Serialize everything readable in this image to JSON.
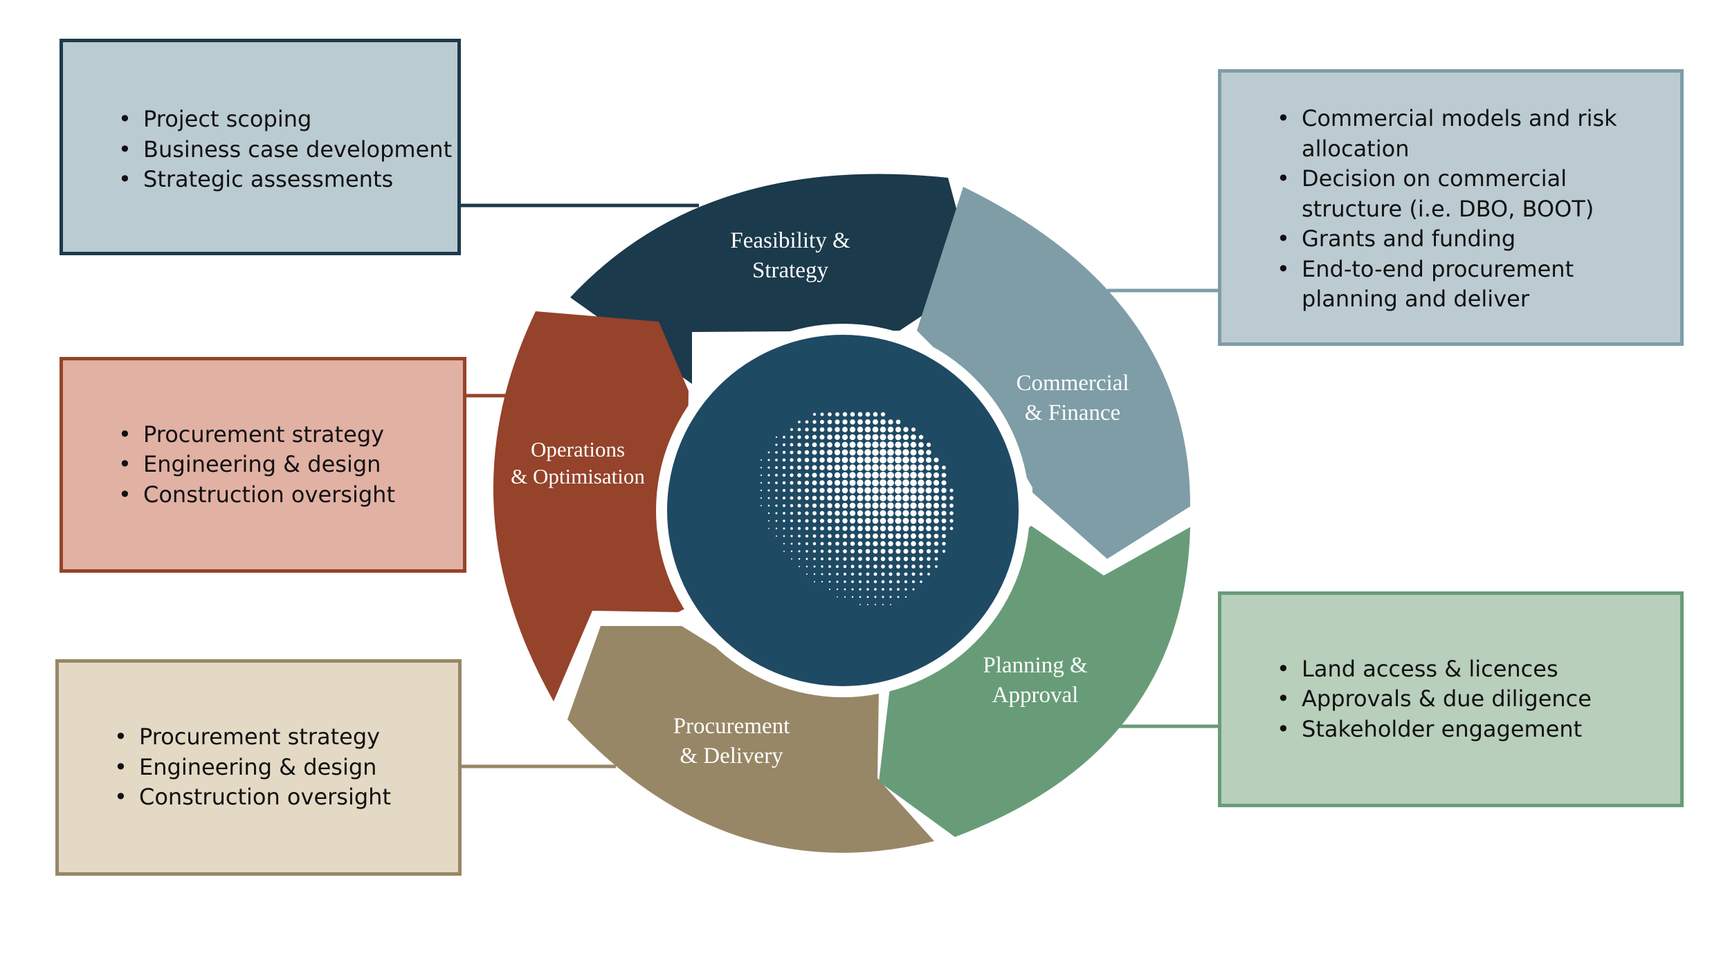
{
  "colors": {
    "feasibility": "#1b3a4b",
    "commercial": "#7e9da6",
    "planning": "#689c78",
    "procurement": "#978766",
    "operations": "#95432b",
    "center": "#1f4a63",
    "box_feasibility_fill": "#bbcbd2",
    "box_feasibility_border": "#1b3a4b",
    "box_commercial_fill": "#bccbd2",
    "box_commercial_border": "#7e9da6",
    "box_operations_fill": "#e1b1a4",
    "box_operations_border": "#95432b",
    "box_procurement_fill": "#e3d9c5",
    "box_procurement_border": "#978766",
    "box_planning_fill": "#b8cfbb",
    "box_planning_border": "#689c78"
  },
  "cycle": {
    "feasibility": {
      "line1": "Feasibility &",
      "line2": "Strategy"
    },
    "commercial": {
      "line1": "Commercial",
      "line2": "& Finance"
    },
    "planning": {
      "line1": "Planning &",
      "line2": "Approval"
    },
    "procurement": {
      "line1": "Procurement",
      "line2": "& Delivery"
    },
    "operations": {
      "line1": "Operations",
      "line2": "& Optimisation"
    }
  },
  "boxes": {
    "feasibility": {
      "items": [
        "Project scoping",
        "Business case development",
        "Strategic assessments"
      ]
    },
    "commercial": {
      "items": [
        "Commercial models and risk allocation",
        "Decision on commercial structure (i.e. DBO, BOOT)",
        "Grants and funding",
        "End-to-end procurement planning and deliver"
      ]
    },
    "operations": {
      "items": [
        "Procurement strategy",
        "Engineering & design",
        "Construction oversight"
      ]
    },
    "procurement": {
      "items": [
        "Procurement strategy",
        "Engineering & design",
        "Construction oversight"
      ]
    },
    "planning": {
      "items": [
        "Land access & licences",
        "Approvals & due diligence",
        "Stakeholder engagement"
      ]
    }
  },
  "icons": {
    "center": "dotted-globe-icon"
  }
}
